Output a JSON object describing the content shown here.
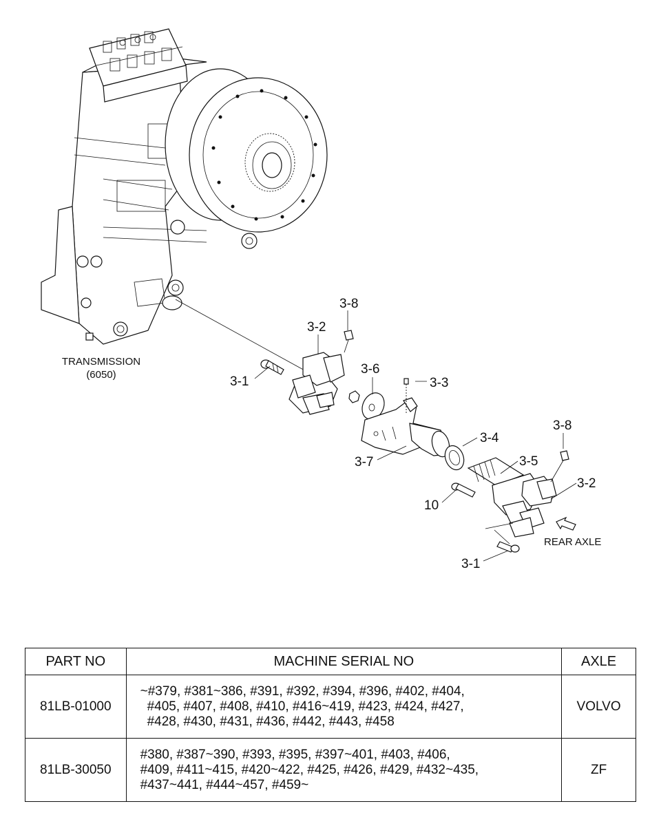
{
  "diagram": {
    "labels": {
      "transmission": "TRANSMISSION",
      "transmission_model": "(6050)",
      "rear_axle": "REAR AXLE",
      "c_3_8_top": "3-8",
      "c_3_2_top": "3-2",
      "c_3_1_top": "3-1",
      "c_3_6": "3-6",
      "c_3_3": "3-3",
      "c_3_4": "3-4",
      "c_3_7": "3-7",
      "c_3_5": "3-5",
      "c_3_8_right": "3-8",
      "c_3_2_right": "3-2",
      "c_10": "10",
      "c_3_1_bottom": "3-1"
    },
    "icons": [
      "direction-arrow-icon"
    ]
  },
  "table": {
    "headers": {
      "part_no": "PART NO",
      "serial": "MACHINE SERIAL NO",
      "axle": "AXLE"
    },
    "rows": [
      {
        "part_no": "81LB-01000",
        "serial_lines": [
          "~#379, #381~386, #391, #392, #394, #396, #402, #404,",
          "#405, #407, #408, #410, #416~419, #423, #424, #427,",
          "#428, #430, #431, #436, #442, #443, #458"
        ],
        "axle": "VOLVO"
      },
      {
        "part_no": "81LB-30050",
        "serial_lines": [
          "#380, #387~390, #393, #395, #397~401, #403, #406,",
          "#409, #411~415, #420~422, #425, #426, #429, #432~435,",
          "#437~441, #444~457, #459~"
        ],
        "axle": "ZF"
      }
    ]
  }
}
